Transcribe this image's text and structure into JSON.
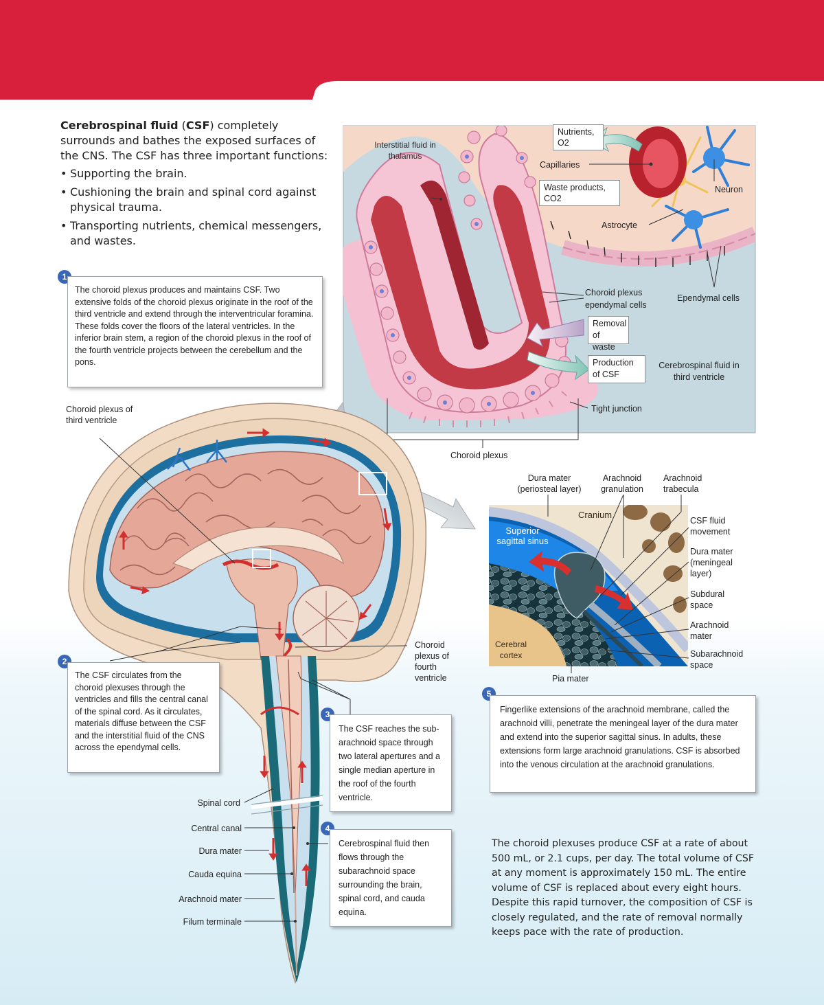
{
  "intro": {
    "term1": "Cerebrospinal fluid",
    "abbr": "CSF",
    "sentence_rest": "completely surrounds and bathes the exposed surfaces of the CNS. The CSF has three important functions:",
    "functions": [
      "Supporting the brain.",
      "Cushioning the brain and spinal cord against physical trauma.",
      "Transporting nutrients, chemical messengers, and wastes."
    ]
  },
  "steps": [
    {
      "number": "1",
      "text": "The choroid plexus produces and maintains CSF. Two extensive folds of the choroid plexus originate in the roof of the third ventricle and extend through the interventricular foramina. These folds cover the floors of the lateral ventricles. In the inferior brain stem, a region of the choroid plexus in the roof of the fourth ventricle projects between the cerebellum and the pons."
    },
    {
      "number": "2",
      "text": "The CSF circulates from the choroid plexuses through the ventricles and fills the central canal of the spinal cord. As it circulates, materials diffuse between the CSF and the interstitial fluid of the CNS across the ependymal cells."
    },
    {
      "number": "3",
      "text": "The CSF reaches the sub-arachnoid space through two lateral apertures and a single median aperture in the roof of the fourth ventricle."
    },
    {
      "number": "4",
      "text": "Cerebrospinal fluid then flows through the subarachnoid space surrounding the brain, spinal cord, and cauda equina."
    },
    {
      "number": "5",
      "text": "Fingerlike extensions of the arachnoid membrane, called the arachnoid villi, penetrate the meningeal layer of the dura mater and extend into the superior sagittal sinus. In adults, these extensions form large arachnoid granulations. CSF is absorbed into the venous circulation at the arachnoid granulations."
    }
  ],
  "choroid_panel": {
    "interstitial": "Interstitial fluid in thalamus",
    "nutrients": "Nutrients,",
    "o2": "O2",
    "capillaries": "Capillaries",
    "waste_products": "Waste products,",
    "co2": "CO2",
    "neuron": "Neuron",
    "astrocyte": "Astrocyte",
    "ependymal_cells": "Ependymal cells",
    "choroid_ependymal": "Choroid plexus ependymal cells",
    "removal": "Removal of waste",
    "production": "Production of CSF",
    "csf_third": "Cerebrospinal fluid in third ventricle",
    "tight_junction": "Tight junction",
    "choroid_plexus": "Choroid plexus"
  },
  "brain_labels": {
    "choroid_third": "Choroid plexus of third ventricle",
    "choroid_fourth": "Choroid plexus of fourth ventricle",
    "spinal_cord": "Spinal cord",
    "central_canal": "Central canal",
    "dura_mater": "Dura mater",
    "cauda_equina": "Cauda equina",
    "arachnoid_mater": "Arachnoid mater",
    "filum_terminale": "Filum terminale"
  },
  "granulation_panel": {
    "dura_periosteal": "Dura mater (periosteal layer)",
    "arachnoid_granulation": "Arachnoid granulation",
    "arachnoid_trabecula": "Arachnoid trabecula",
    "cranium": "Cranium",
    "superior_sinus": "Superior sagittal sinus",
    "csf_movement": "CSF fluid movement",
    "dura_meningeal": "Dura mater (meningeal layer)",
    "subdural": "Subdural space",
    "arachnoid_mater": "Arachnoid mater",
    "subarachnoid": "Subarachnoid space",
    "cerebral_cortex": "Cerebral cortex",
    "pia_mater": "Pia mater"
  },
  "closing": "The choroid plexuses produce CSF at a rate of about 500 mL, or 2.1 cups, per day. The total volume of CSF at any moment is approximately 150 mL. The entire volume of CSF is replaced about every eight hours. Despite this rapid turnover, the composition of CSF is closely regulated, and the rate of removal normally keeps pace with the rate of production.",
  "colors": {
    "banner": "#d81f3c",
    "step_badge": "#3a66b8",
    "csf_blue": "#c5dbe6",
    "tissue_pink": "#f3c4b5"
  }
}
